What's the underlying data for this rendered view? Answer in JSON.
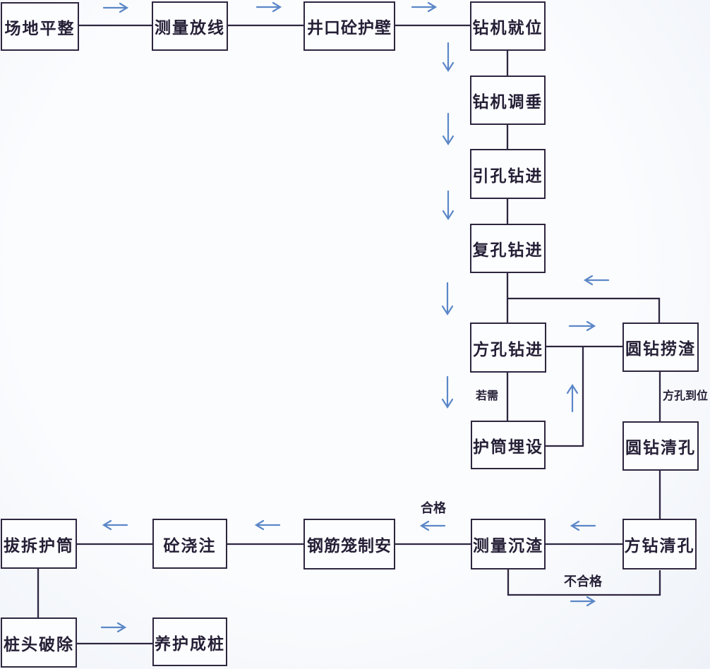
{
  "diagram": {
    "type": "flowchart",
    "language": "zh-CN",
    "nodes": [
      {
        "id": "site-leveling",
        "label": "场地平整"
      },
      {
        "id": "survey-layout",
        "label": "测量放线"
      },
      {
        "id": "wellhead-concrete-wall",
        "label": "井口砼护壁"
      },
      {
        "id": "rig-positioning",
        "label": "钻机就位"
      },
      {
        "id": "rig-plumb-adjust",
        "label": "钻机调垂"
      },
      {
        "id": "pilot-hole-drilling",
        "label": "引孔钻进"
      },
      {
        "id": "rehole-drilling",
        "label": "复孔钻进"
      },
      {
        "id": "square-hole-drilling",
        "label": "方孔钻进"
      },
      {
        "id": "round-drill-slag-removal",
        "label": "圆钻捞渣"
      },
      {
        "id": "casing-embedding",
        "label": "护筒埋设"
      },
      {
        "id": "round-drill-hole-cleaning",
        "label": "圆钻清孔"
      },
      {
        "id": "square-drill-hole-cleaning",
        "label": "方钻清孔"
      },
      {
        "id": "sediment-measurement",
        "label": "测量沉渣"
      },
      {
        "id": "rebar-cage-fab-install",
        "label": "钢筋笼制安"
      },
      {
        "id": "concrete-pouring",
        "label": "砼浇注"
      },
      {
        "id": "casing-removal",
        "label": "拔拆护筒"
      },
      {
        "id": "pile-head-breaking",
        "label": "桩头破除"
      },
      {
        "id": "curing-pile-completion",
        "label": "养护成桩"
      }
    ],
    "edge_labels": {
      "if_needed": "若需",
      "square_hole_in_place": "方孔到位",
      "qualified": "合格",
      "unqualified": "不合格"
    },
    "flow": [
      "场地平整 → 测量放线 → 井口砼护壁 → 钻机就位 → 钻机调垂 → 引孔钻进 → 复孔钻进 → 方孔钻进",
      "方孔钻进 → 圆钻捞渣 (循环返回 方孔钻进)",
      "方孔钻进 → 护筒埋设 (若需) → 返回",
      "圆钻捞渣 → (方孔到位) 圆钻清孔 → 方钻清孔 → 测量沉渣",
      "测量沉渣 → (不合格) 方钻清孔",
      "测量沉渣 → (合格) 钢筋笼制安 → 砼浇注 → 拔拆护筒 → 桩头破除 → 养护成桩"
    ],
    "colors": {
      "line": "#2e2640",
      "arrow": "#5b87c7",
      "box_background": "#fcfdff",
      "canvas_background": "#f5f8fc",
      "text": "#251f36"
    }
  }
}
